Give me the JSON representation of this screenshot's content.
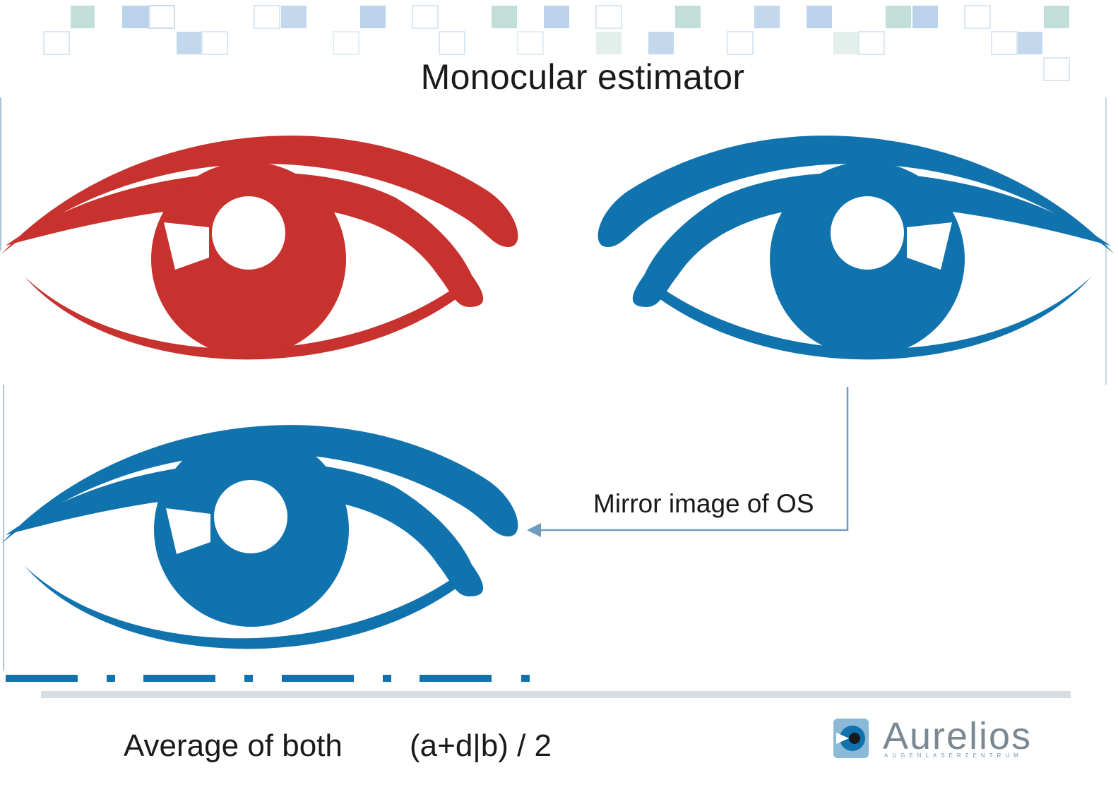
{
  "title": "Monocular estimator",
  "mirror_label": "Mirror image of OS",
  "average_label": "Average of both",
  "formula": "(a+d|b) / 2",
  "logo": {
    "name": "Aurelios",
    "subtitle": "AUGENLASERZENTRUM",
    "icon": "eye-logo-icon"
  },
  "colors": {
    "od_red": "#c7312e",
    "os_blue": "#1173ae",
    "connector": "#6f9bbf",
    "tile_blue": "#a9c8e6",
    "tile_teal": "#a6d2c8"
  },
  "eyes": [
    {
      "name": "right-eye-od",
      "color": "red"
    },
    {
      "name": "left-eye-os",
      "color": "blue"
    },
    {
      "name": "mirror-eye-os",
      "color": "blue"
    }
  ]
}
